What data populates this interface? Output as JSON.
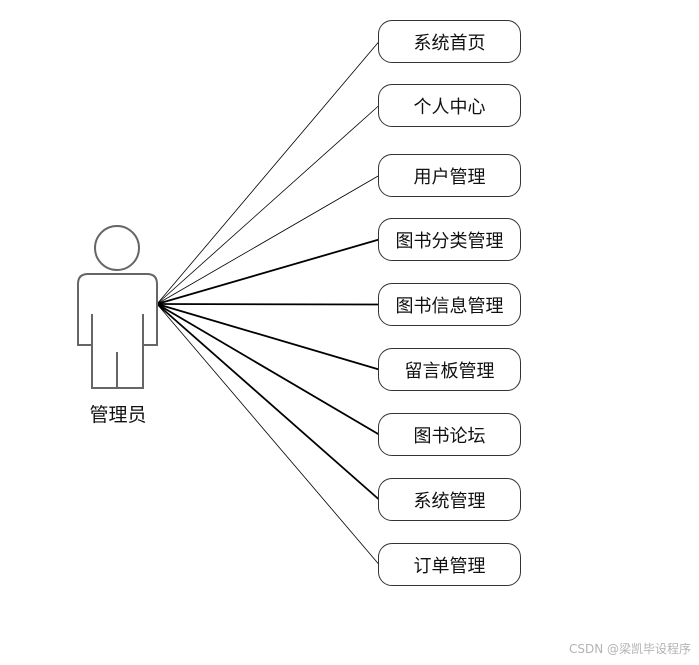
{
  "actor": {
    "name": "管理员"
  },
  "use_cases": [
    {
      "label": "系统首页",
      "emphasis": false
    },
    {
      "label": "个人中心",
      "emphasis": false
    },
    {
      "label": "用户管理",
      "emphasis": false
    },
    {
      "label": "图书分类管理",
      "emphasis": true
    },
    {
      "label": "图书信息管理",
      "emphasis": true
    },
    {
      "label": "留言板管理",
      "emphasis": true
    },
    {
      "label": "图书论坛",
      "emphasis": true
    },
    {
      "label": "系统管理",
      "emphasis": true
    },
    {
      "label": "订单管理",
      "emphasis": false
    }
  ],
  "watermark": "CSDN @梁凯毕设程序",
  "colors": {
    "actor_stroke": "#666666",
    "box_border": "#333333",
    "line": "#000000"
  }
}
